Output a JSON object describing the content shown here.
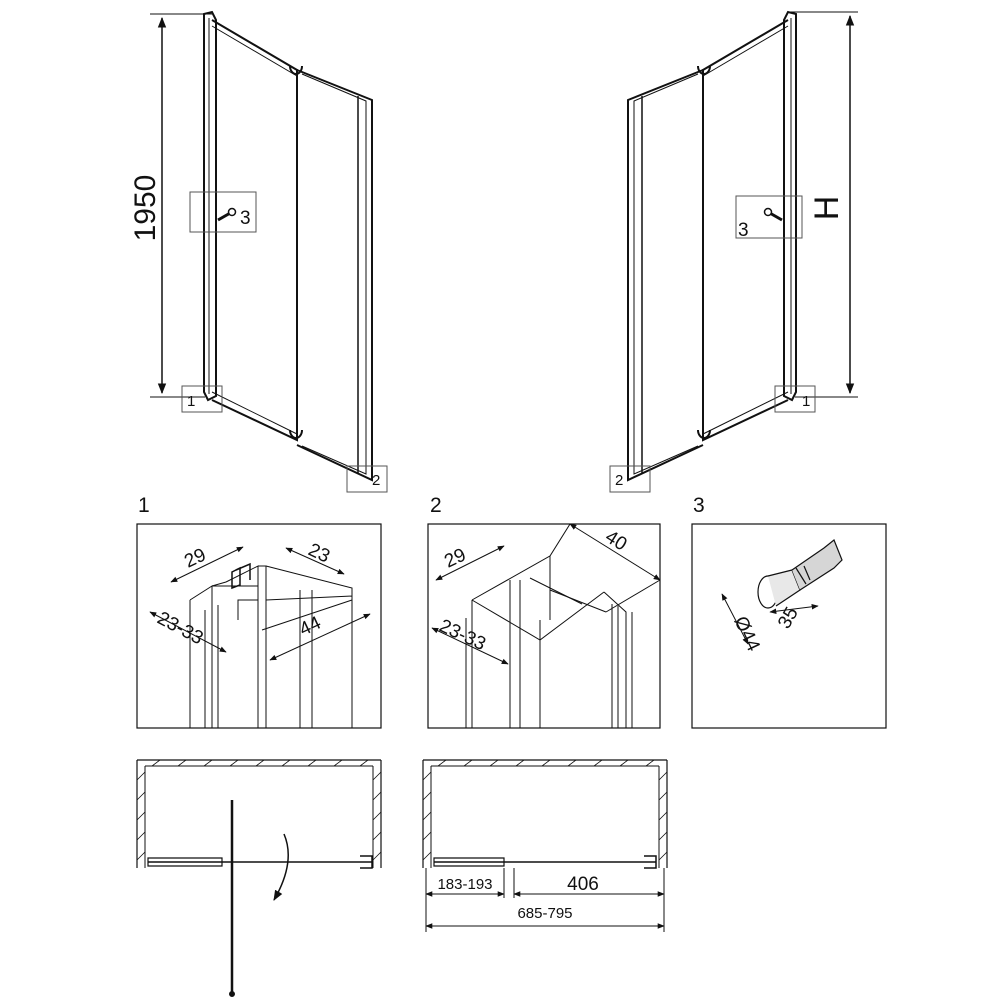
{
  "elevation_left": {
    "height_label": "1950",
    "callout_1": "1",
    "callout_2": "2",
    "callout_3": "3"
  },
  "elevation_right": {
    "height_label": "H",
    "callout_1": "1",
    "callout_2": "2",
    "callout_3": "3"
  },
  "detail_1": {
    "title": "1",
    "dim_a": "29",
    "dim_b": "23",
    "dim_c": "23-33",
    "dim_d": "44"
  },
  "detail_2": {
    "title": "2",
    "dim_a": "29",
    "dim_b": "40",
    "dim_c": "23-33"
  },
  "detail_3": {
    "title": "3",
    "dim_a": "35",
    "dim_b": "Ø44"
  },
  "plan_right": {
    "dim_a": "183-193",
    "dim_b": "406",
    "dim_total": "685-795"
  }
}
